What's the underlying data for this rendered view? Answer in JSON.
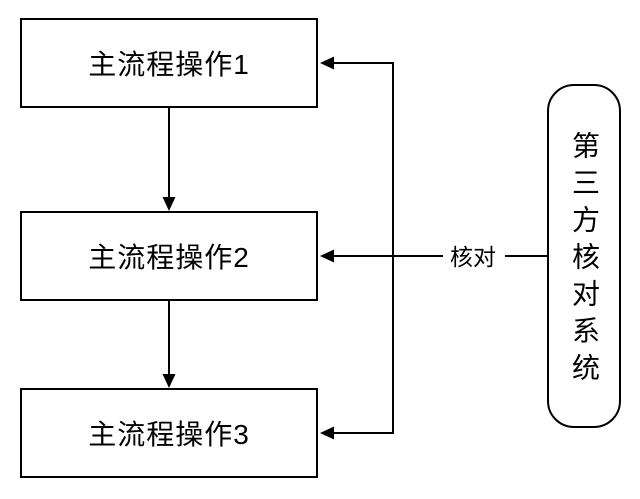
{
  "diagram": {
    "background_color": "#ffffff",
    "line_color": "#000000",
    "boxes": [
      {
        "id": "box-1",
        "label": "主流程操作1"
      },
      {
        "id": "box-2",
        "label": "主流程操作2"
      },
      {
        "id": "box-3",
        "label": "主流程操作3"
      }
    ],
    "side_node": {
      "label": "第三方核对系统"
    },
    "edge_label": "核对",
    "edges": [
      {
        "from": "主流程操作1",
        "to": "主流程操作2"
      },
      {
        "from": "主流程操作2",
        "to": "主流程操作3"
      },
      {
        "from": "第三方核对系统",
        "to": "主流程操作1"
      },
      {
        "from": "第三方核对系统",
        "to": "主流程操作2",
        "label": "核对"
      },
      {
        "from": "第三方核对系统",
        "to": "主流程操作3"
      }
    ]
  }
}
